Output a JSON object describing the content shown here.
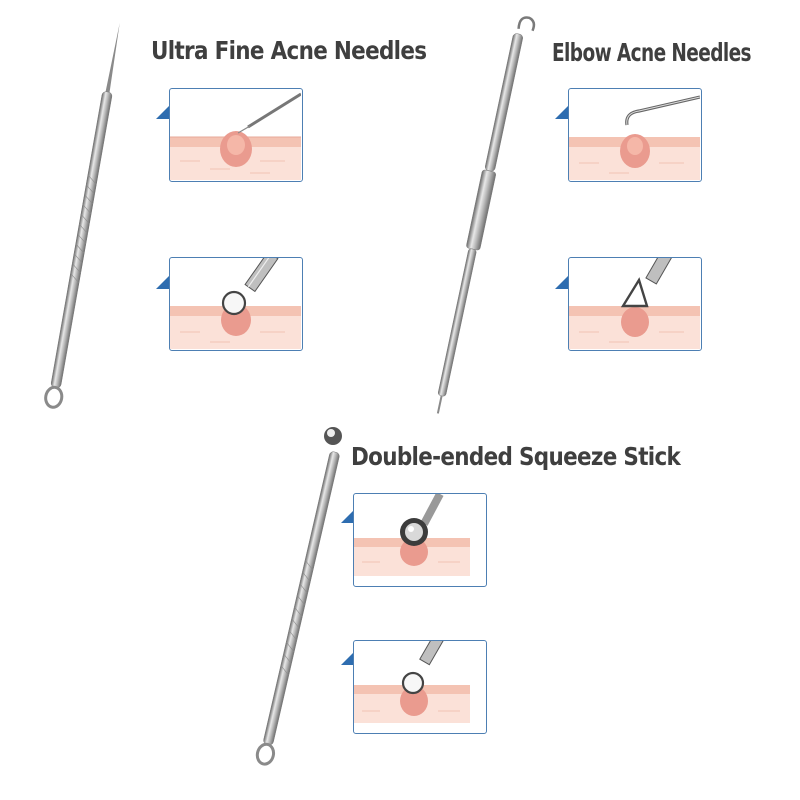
{
  "products": [
    {
      "title": "Ultra Fine Acne Needles"
    },
    {
      "title": "Elbow Acne Needles"
    },
    {
      "title": "Double-ended Squeeze Stick"
    }
  ],
  "icons": [
    "needle-tool",
    "skin-cross-section",
    "loop-tool"
  ],
  "colors": {
    "panel_border": "#4d7fb3",
    "pointer": "#2e6db0",
    "skin": "#f4c3b3",
    "pimple": "#ea9b8f",
    "title_text": "#3f3f3f"
  }
}
